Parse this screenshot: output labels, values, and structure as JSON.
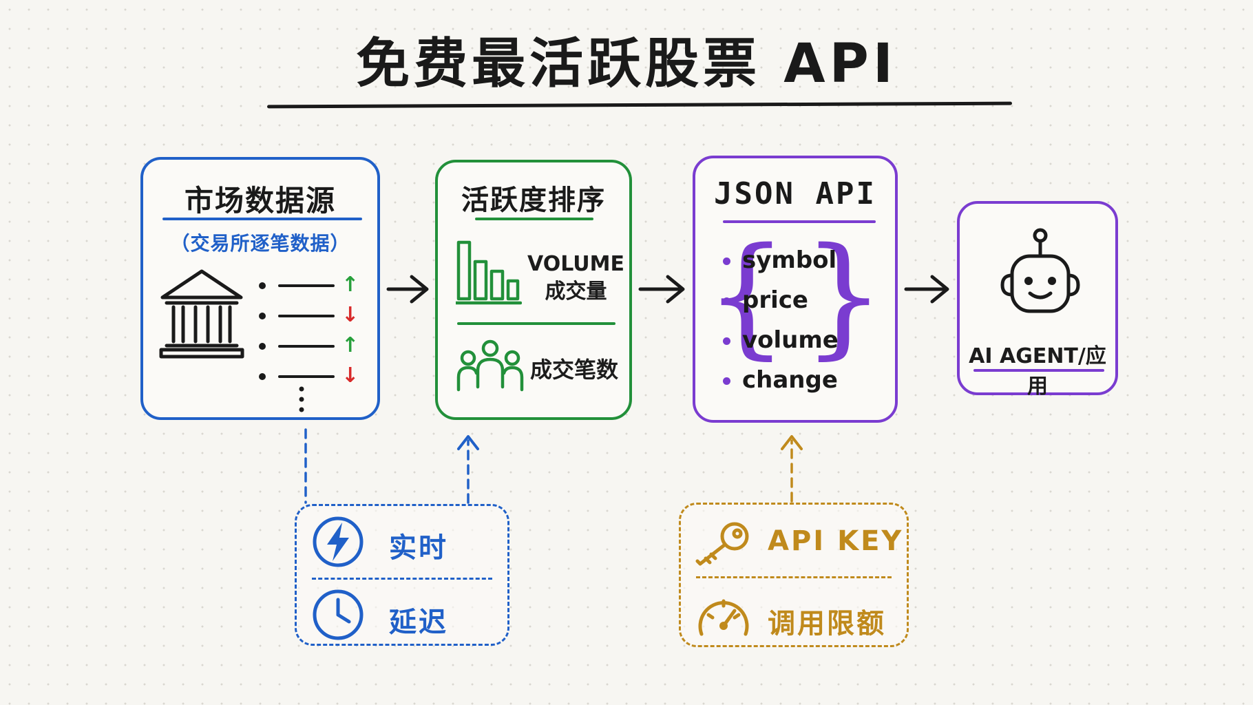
{
  "title": "免费最活跃股票 API",
  "source": {
    "title": "市场数据源",
    "subtitle": "（交易所逐笔数据）",
    "trends": [
      "↑",
      "↓",
      "↑",
      "↓"
    ]
  },
  "ranking": {
    "title": "活跃度排序",
    "volume_en": "VOLUME",
    "volume_zh": "成交量",
    "trades": "成交笔数"
  },
  "json_api": {
    "title": "JSON API",
    "fields": [
      "symbol",
      "price",
      "volume",
      "change"
    ]
  },
  "agent": {
    "label": "AI AGENT/应用"
  },
  "modes": {
    "realtime": "实时",
    "delayed": "延迟"
  },
  "auth": {
    "api_key": "API KEY",
    "rate_limit": "调用限额"
  },
  "colors": {
    "source_blue": "#2060c8",
    "ranking_green": "#22903a",
    "json_purple": "#7a3cd0",
    "auth_gold": "#c08a1c",
    "trend_up": "#28a03c",
    "trend_down": "#d82a2a"
  },
  "icons": [
    "bank-icon",
    "bar-chart-icon",
    "people-icon",
    "robot-icon",
    "lightning-icon",
    "clock-icon",
    "key-icon",
    "gauge-icon"
  ]
}
